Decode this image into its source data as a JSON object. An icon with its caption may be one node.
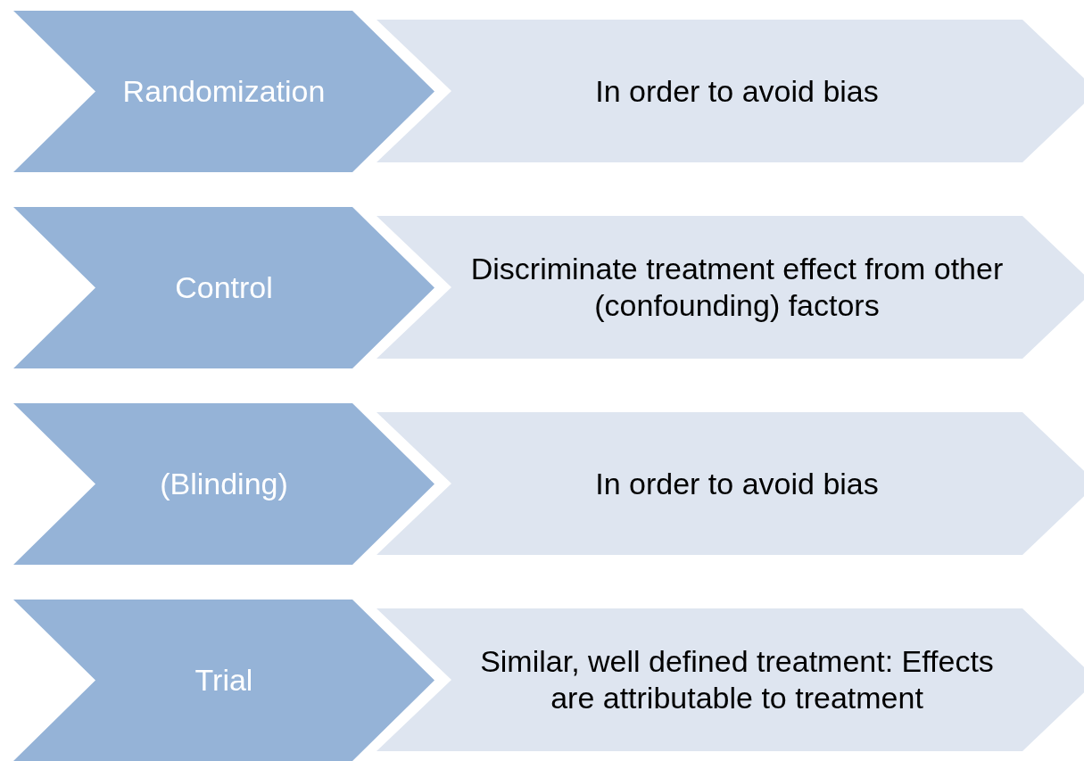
{
  "diagram": {
    "nodes": [
      {
        "text": [
          "Randomization"
        ]
      },
      {
        "text": [
          "In order to avoid bias"
        ]
      },
      {
        "text": [
          "Control"
        ]
      },
      {
        "text": [
          "Discriminate treatment effect from other (confounding) factors"
        ]
      },
      {
        "text": [
          "(Blinding)"
        ]
      },
      {
        "text": [
          "In order to avoid bias"
        ]
      },
      {
        "text": [
          "Trial"
        ]
      },
      {
        "text": [
          "Similar, well defined treatment: Effects are attributable to treatment"
        ]
      }
    ]
  }
}
